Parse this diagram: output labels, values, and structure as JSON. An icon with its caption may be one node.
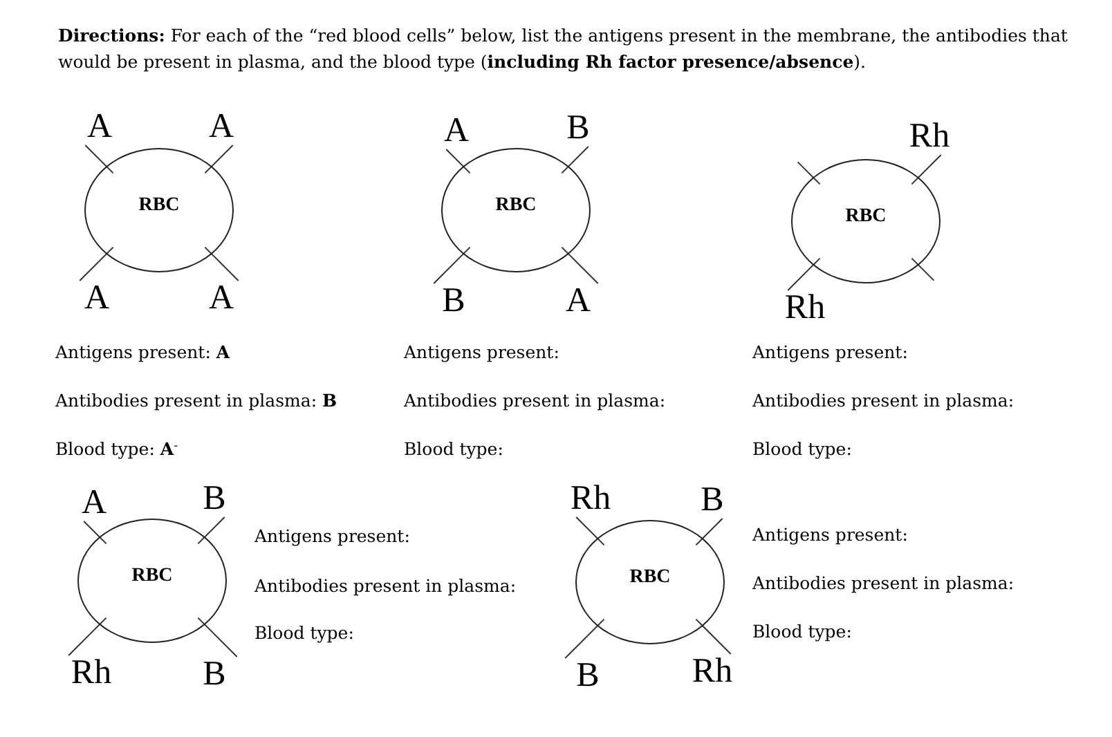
{
  "diagram": {
    "nodes": [
      {
        "text": [
          "RBC"
        ]
      },
      {
        "text": [
          "A"
        ]
      },
      {
        "text": [
          "A"
        ]
      },
      {
        "text": [
          "A"
        ]
      },
      {
        "text": [
          "A"
        ]
      },
      {
        "text": [
          "RBC"
        ]
      },
      {
        "text": [
          "A"
        ]
      },
      {
        "text": [
          "B"
        ]
      },
      {
        "text": [
          "B"
        ]
      },
      {
        "text": [
          "A"
        ]
      },
      {
        "text": [
          "RBC"
        ]
      },
      {
        "text": [
          "Rh"
        ]
      },
      {
        "text": [
          "Rh"
        ]
      },
      {
        "text": [
          "RBC"
        ]
      },
      {
        "text": [
          "A"
        ]
      },
      {
        "text": [
          "B"
        ]
      },
      {
        "text": [
          "Rh"
        ]
      },
      {
        "text": [
          "B"
        ]
      },
      {
        "text": [
          "RBC"
        ]
      },
      {
        "text": [
          "Rh"
        ]
      },
      {
        "text": [
          "B"
        ]
      },
      {
        "text": [
          "B"
        ]
      },
      {
        "text": [
          "Rh"
        ]
      }
    ],
    "edges": [
      {
        "from": 1,
        "to": 0,
        "arrow": "none"
      },
      {
        "from": 2,
        "to": 0,
        "arrow": "none"
      },
      {
        "from": 3,
        "to": 0,
        "arrow": "none"
      },
      {
        "from": 4,
        "to": 0,
        "arrow": "none"
      },
      {
        "from": 6,
        "to": 5,
        "arrow": "none"
      },
      {
        "from": 7,
        "to": 5,
        "arrow": "none"
      },
      {
        "from": 8,
        "to": 5,
        "arrow": "none"
      },
      {
        "from": 9,
        "to": 5,
        "arrow": "none"
      },
      {
        "from": 11,
        "to": 10,
        "arrow": "none"
      },
      {
        "from": 12,
        "to": 10,
        "arrow": "none"
      },
      {
        "from": 14,
        "to": 13,
        "arrow": "none"
      },
      {
        "from": 15,
        "to": 13,
        "arrow": "none"
      },
      {
        "from": 16,
        "to": 13,
        "arrow": "none"
      },
      {
        "from": 17,
        "to": 13,
        "arrow": "none"
      },
      {
        "from": 19,
        "to": 18,
        "arrow": "none"
      },
      {
        "from": 20,
        "to": 18,
        "arrow": "none"
      },
      {
        "from": 21,
        "to": 18,
        "arrow": "none"
      },
      {
        "from": 22,
        "to": 18,
        "arrow": "none"
      }
    ],
    "labels": [
      "**Directions:** For each of the “red blood cells” below, list the antigens present in the membrane, the antibodies that would be present in plasma, and the blood type (**including Rh factor presence/absence**).",
      "Antigens present: **A**",
      "Antigens present:",
      "Antigens present:",
      "Antibodies present in plasma: **B**",
      "Antibodies present in plasma:",
      "Antibodies present in plasma:",
      "Blood type: **A**$^{-}$",
      "Blood type:",
      "Blood type:",
      "Antigens present:",
      "Antigens present:",
      "Antibodies present in plasma:",
      "Antibodies present in plasma:",
      "Blood type:",
      "Blood type:"
    ]
  }
}
